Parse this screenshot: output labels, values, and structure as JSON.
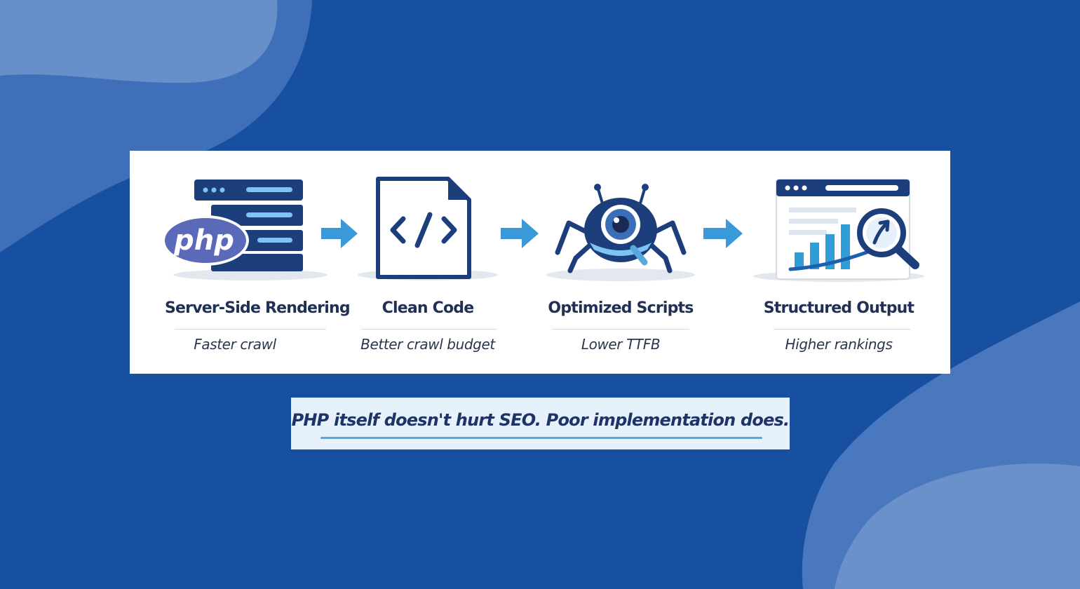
{
  "colors": {
    "background": "#1750a0",
    "blob": "#5a86c6",
    "icon_navy": "#1c3f7c",
    "arrow_blue": "#3a9ad9",
    "php_purple": "#5b6ab8",
    "tagline_bg": "#e6f1fb",
    "underline": "#58a8de"
  },
  "steps": [
    {
      "icon": "php-server-icon",
      "title": "Server-Side Rendering",
      "subtitle": "Faster crawl"
    },
    {
      "icon": "code-file-icon",
      "title": "Clean Code",
      "subtitle": "Better crawl budget"
    },
    {
      "icon": "spider-bot-icon",
      "title": "Optimized Scripts",
      "subtitle": "Lower TTFB"
    },
    {
      "icon": "rankings-chart-icon",
      "title": "Structured Output",
      "subtitle": "Higher rankings"
    }
  ],
  "php_logo_text": "php",
  "tagline": "PHP itself doesn't hurt SEO. Poor implementation does."
}
